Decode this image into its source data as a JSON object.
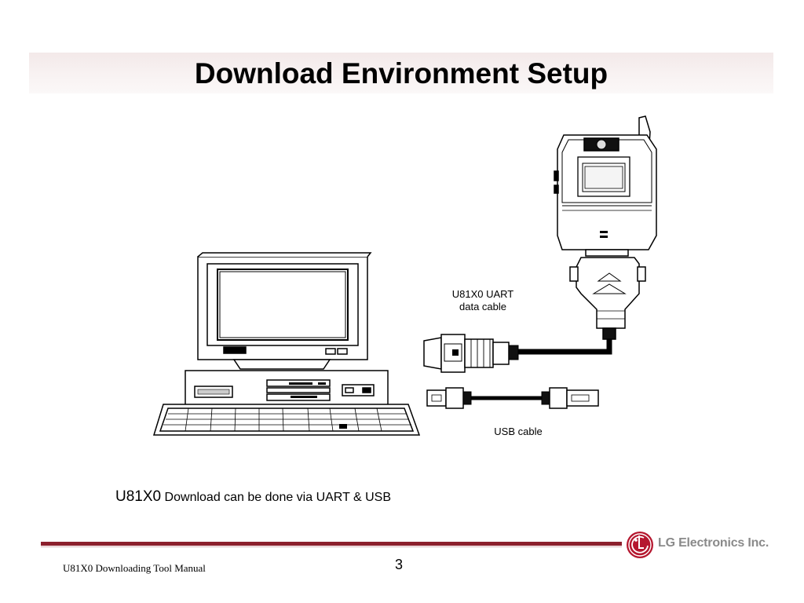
{
  "slide": {
    "title": "Download Environment Setup",
    "caption_model": "U81X0",
    "caption_text": " Download can be done via UART & USB",
    "footer_text": "U81X0 Downloading Tool Manual",
    "page_number": "3"
  },
  "diagram": {
    "uart_label_line1": "U81X0 UART",
    "uart_label_line2": "data cable",
    "usb_label": "USB cable"
  },
  "logo": {
    "text": "LG Electronics Inc.",
    "mark_letters": "LG",
    "brand_color": "#b5172f"
  },
  "colors": {
    "rule": "#8c1f2c",
    "title_band": "#f3e9e9"
  }
}
